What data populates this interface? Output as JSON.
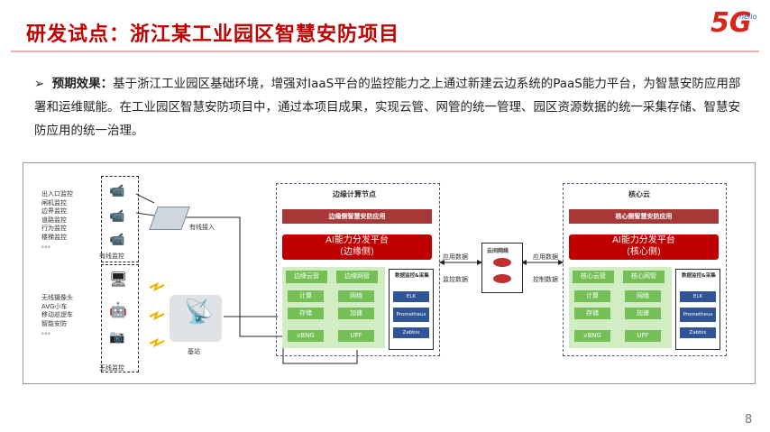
{
  "header": {
    "title": "研发试点：浙江某工业园区智慧安防项目",
    "logo_text": "5G",
    "logo_sub": "hello"
  },
  "intro": {
    "label": "预期效果：",
    "text": "基于浙江工业园区基础环境，增强对IaaS平台的监控能力之上通过新建云边系统的PaaS能力平台，为智慧安防应用部署和运维赋能。在工业园区智慧安防项目中，通过本项目成果，实现云管、网管的统一管理、园区资源数据的统一采集存储、智慧安防应用的统一治理。"
  },
  "diagram": {
    "wired_list": [
      "出入口监控",
      "闸机监控",
      "边界监控",
      "道路监控",
      "行为监控",
      "楼梯监控",
      "。。。"
    ],
    "wired_label": "有线监控",
    "wired_access": "有线接入",
    "wireless_list": [
      "无线摄像头",
      "AVG小车",
      "移动巡逻车",
      "智能安防",
      "。。。"
    ],
    "wireless_label": "无线监控",
    "base_station": "基站",
    "edge": {
      "title": "边缘计算节点",
      "app_bar": "边缘侧智慧安防应用",
      "ai_line1": "AI能力分发平台",
      "ai_line2": "(边缘侧)",
      "cloud_mgmt": "边缘云管",
      "net_mgmt": "边缘网管",
      "compute": "计算",
      "network": "网络",
      "storage": "存储",
      "accel": "加速",
      "vbng": "vBNG",
      "upf": "UPF",
      "monitor_title": "数据监控&采集",
      "elk": "ELK",
      "prometheus": "Prometheus",
      "zabbix": "Zabbix"
    },
    "cloud_network": "云间网络",
    "link_left_top": "应用数据",
    "link_left_bottom": "监控数据",
    "link_right_top": "应用数据",
    "link_right_bottom": "控制数据",
    "core": {
      "title": "核心云",
      "app_bar": "核心侧智慧安防应用",
      "ai_line1": "AI能力分发平台",
      "ai_line2": "(核心侧)",
      "cloud_mgmt": "核心云管",
      "net_mgmt": "核心网管",
      "compute": "计算",
      "network": "网络",
      "storage": "存储",
      "accel": "加速",
      "vbng": "vBNG",
      "upf": "UPF",
      "monitor_title": "数据监控&采集",
      "elk": "ELK",
      "prometheus": "Prometheus",
      "zabbix": "Zabbix"
    }
  },
  "page_number": "8",
  "colors": {
    "title": "#c00000",
    "red_bar": "#a83838",
    "red_box": "#c00000",
    "green_box": "#74c056",
    "light_green": "#d2ecc4",
    "blue_box": "#2f5597"
  }
}
